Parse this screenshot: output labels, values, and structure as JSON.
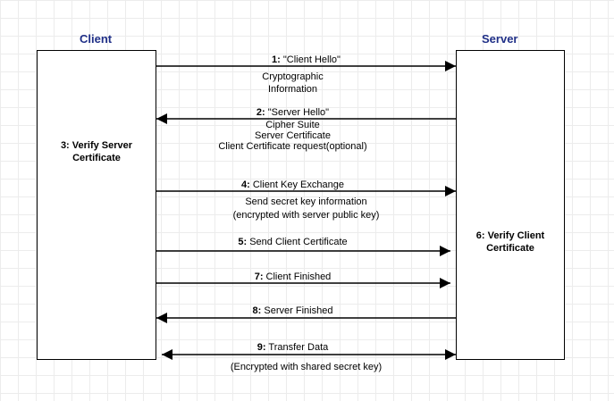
{
  "client": {
    "title": "Client",
    "action": "3: Verify Server\nCertificate"
  },
  "server": {
    "title": "Server",
    "action": "6: Verify Client\nCertificate"
  },
  "messages": [
    {
      "num": "1",
      "label": "\"Client Hello\"",
      "detail": "Cryptographic\nInformation",
      "direction": "to-server"
    },
    {
      "num": "2",
      "label": "\"Server Hello\"",
      "detail": "Cipher Suite\nServer Certificate\nClient Certificate request(optional)",
      "direction": "to-client"
    },
    {
      "num": "4",
      "label": "Client Key Exchange",
      "detail": "Send secret key information\n(encrypted with server public key)",
      "direction": "to-server"
    },
    {
      "num": "5",
      "label": "Send Client Certificate",
      "detail": "",
      "direction": "to-server"
    },
    {
      "num": "7",
      "label": "Client Finished",
      "detail": "",
      "direction": "to-server"
    },
    {
      "num": "8",
      "label": "Server Finished",
      "detail": "",
      "direction": "to-client"
    },
    {
      "num": "9",
      "label": "Transfer Data",
      "detail": "(Encrypted with shared secret key)",
      "direction": "both"
    }
  ]
}
